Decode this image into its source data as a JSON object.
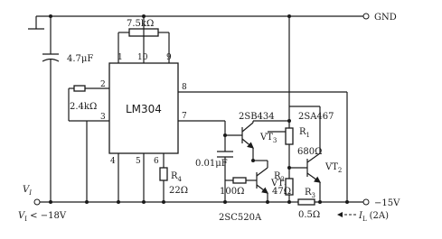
{
  "ic": {
    "name": "LM304",
    "pins": {
      "p1": "1",
      "p10": "10",
      "p9": "9",
      "p2": "2",
      "p3": "3",
      "p8": "8",
      "p7": "7",
      "p4": "4",
      "p5": "5",
      "p6": "6"
    }
  },
  "terminals": {
    "gnd": "GND",
    "vi_name": "V",
    "vi_sub": "I",
    "vi_cond_name": "V",
    "vi_cond_sub": "I",
    "vi_cond_rest": " < −18V",
    "out": "−15V"
  },
  "capacitors": {
    "c_in": "4.7μF",
    "c_fb": "0.01μF"
  },
  "resistors": {
    "r_top": "7.5kΩ",
    "r_left": "2.4kΩ",
    "r4_name": "R",
    "r4_sub": "4",
    "r4_val": "22Ω",
    "r_base": "100Ω",
    "r1_name": "R",
    "r1_sub": "1",
    "r1_val": "680Ω",
    "r2_name": "R",
    "r2_sub": "2",
    "r2_val": "47Ω",
    "r3_name": "R",
    "r3_sub": "3",
    "r3_val": "0.5Ω"
  },
  "transistors": {
    "vt3_name": "VT",
    "vt3_sub": "3",
    "vt3_part": "2SB434",
    "vt1_name": "VT",
    "vt1_sub": "1",
    "vt1_part": "2SC520A",
    "vt2_name": "VT",
    "vt2_sub": "2",
    "vt2_part": "2SA467"
  },
  "load": {
    "name": "I",
    "sub": "L",
    "value": "(2A)"
  }
}
